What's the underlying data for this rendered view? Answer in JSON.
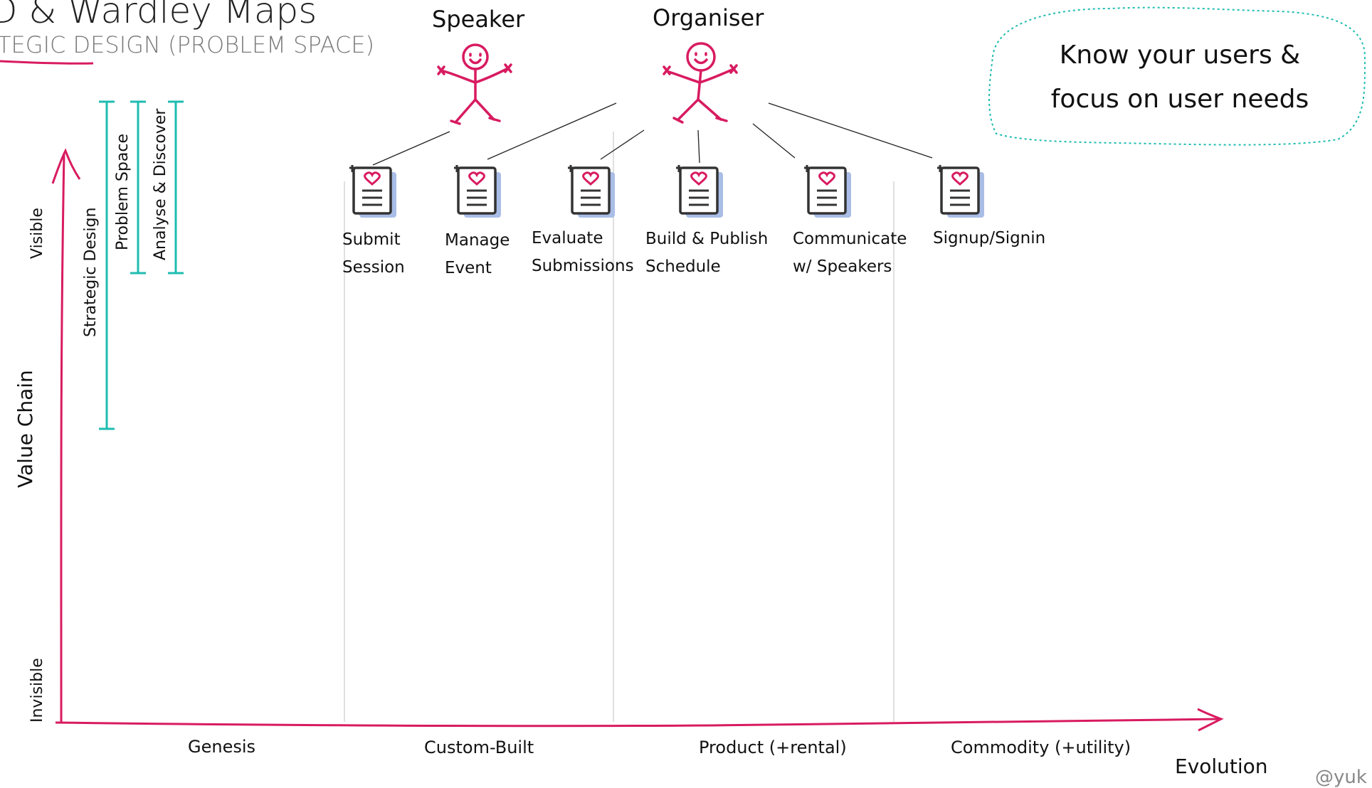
{
  "header": {
    "title": "D & Wardley Maps",
    "subtitle": "TEGIC DESIGN (PROBLEM SPACE)"
  },
  "actors": [
    {
      "id": "speaker",
      "label": "Speaker"
    },
    {
      "id": "organiser",
      "label": "Organiser"
    }
  ],
  "needs": [
    {
      "id": "submit-session",
      "lines": [
        "Submit",
        "Session"
      ]
    },
    {
      "id": "manage-event",
      "lines": [
        "Manage",
        "Event"
      ]
    },
    {
      "id": "evaluate-submissions",
      "lines": [
        "Evaluate",
        "Submissions"
      ]
    },
    {
      "id": "build-publish-schedule",
      "lines": [
        "Build & Publish",
        "Schedule"
      ]
    },
    {
      "id": "communicate-speakers",
      "lines": [
        "Communicate",
        "w/ Speakers"
      ]
    },
    {
      "id": "signup-signin",
      "lines": [
        "Signup/Signin",
        ""
      ]
    }
  ],
  "y_axis": {
    "title": "Value Chain",
    "top_label": "Visible",
    "bottom_label": "Invisible"
  },
  "x_axis": {
    "title": "Evolution",
    "stages": [
      "Genesis",
      "Custom-Built",
      "Product (+rental)",
      "Commodity (+utility)"
    ]
  },
  "scope_bars": [
    "Strategic Design",
    "Problem Space",
    "Analyse & Discover"
  ],
  "callout": {
    "text": "Know your users & focus on user needs"
  },
  "footer_partial": "@yuk",
  "colors": {
    "accent": "#d81b60",
    "teal": "#1fbcb0",
    "doc_shadow": "#a9bde6",
    "doc_stroke": "#333333",
    "divider": "#d6d6d6"
  }
}
